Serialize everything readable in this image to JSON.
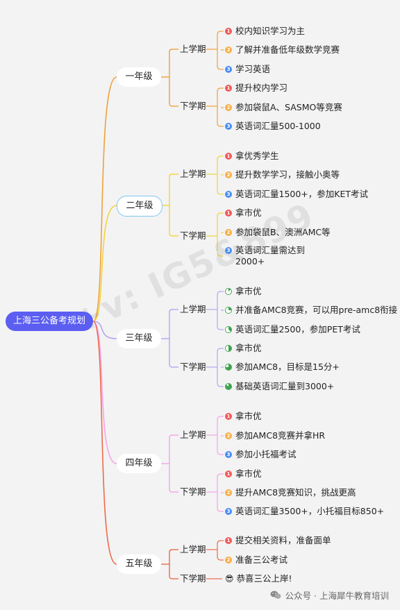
{
  "root": "上海三公备考规划",
  "watermark": "+v: IG5&899",
  "footer": "公众号 · 上海犀牛教育培训",
  "grades": [
    {
      "label": "一年级",
      "color": "#f0a03c",
      "semesters": [
        {
          "label": "上学期",
          "items": [
            {
              "text": "校内知识学习为主",
              "badge": "1",
              "badge_color": "#f05a5a"
            },
            {
              "text": "了解并准备低年级数学竞赛",
              "badge": "2",
              "badge_color": "#f5b04a"
            },
            {
              "text": "学习英语",
              "badge": "3",
              "badge_color": "#4a8ef5"
            }
          ]
        },
        {
          "label": "下学期",
          "items": [
            {
              "text": "提升校内学习",
              "badge": "1",
              "badge_color": "#f05a5a"
            },
            {
              "text": "参加袋鼠A、SASMO等竞赛",
              "badge": "2",
              "badge_color": "#f5b04a"
            },
            {
              "text": "英语词汇量500-1000",
              "badge": "3",
              "badge_color": "#4a8ef5"
            }
          ]
        }
      ]
    },
    {
      "label": "二年级",
      "color": "#f2d43a",
      "semesters": [
        {
          "label": "上学期",
          "items": [
            {
              "text": "拿优秀学生",
              "badge": "1",
              "badge_color": "#f05a5a"
            },
            {
              "text": "提升数学学习，接触小奥等",
              "badge": "2",
              "badge_color": "#f5b04a"
            },
            {
              "text": "英语词汇量1500+，参加KET考试",
              "badge": "3",
              "badge_color": "#4a8ef5"
            }
          ]
        },
        {
          "label": "下学期",
          "items": [
            {
              "text": "拿市优",
              "badge": "1",
              "badge_color": "#f05a5a"
            },
            {
              "text": "参加袋鼠B、澳洲AMC等",
              "badge": "2",
              "badge_color": "#f5b04a"
            },
            {
              "text": "英语词汇量需达到\n2000+",
              "badge": "3",
              "badge_color": "#4a8ef5"
            }
          ]
        }
      ]
    },
    {
      "label": "三年级",
      "color": "#b6a6f0",
      "semesters": [
        {
          "label": "上学期",
          "items": [
            {
              "text": "拿市优",
              "badge": "pie",
              "pie": 0.125
            },
            {
              "text": "并准备AMC8竞赛，可以用pre-amc8衔接",
              "badge": "pie",
              "pie": 0.25
            },
            {
              "text": "英语词汇量2500，参加PET考试",
              "badge": "pie",
              "pie": 0.375
            }
          ]
        },
        {
          "label": "下学期",
          "items": [
            {
              "text": "拿市优",
              "badge": "pie",
              "pie": 0.5
            },
            {
              "text": "参加AMC8，目标是15分+",
              "badge": "pie",
              "pie": 0.75
            },
            {
              "text": "基础英语词汇量到3000+",
              "badge": "pie",
              "pie": 0.875
            }
          ]
        }
      ]
    },
    {
      "label": "四年级",
      "color": "#f5a3e8",
      "semesters": [
        {
          "label": "上学期",
          "items": [
            {
              "text": "拿市优",
              "badge": "1",
              "badge_color": "#f05a5a"
            },
            {
              "text": "参加AMC8竞赛并拿HR",
              "badge": "2",
              "badge_color": "#f5b04a"
            },
            {
              "text": "参加小托福考试",
              "badge": "3",
              "badge_color": "#4a8ef5"
            }
          ]
        },
        {
          "label": "下学期",
          "items": [
            {
              "text": "拿市优",
              "badge": "1",
              "badge_color": "#f05a5a"
            },
            {
              "text": "提升AMC8竞赛知识，挑战更高",
              "badge": "2",
              "badge_color": "#f5b04a"
            },
            {
              "text": "英语词汇量3500+，小托福目标850+",
              "badge": "3",
              "badge_color": "#4a8ef5"
            }
          ]
        }
      ]
    },
    {
      "label": "五年级",
      "color": "#ef6a4a",
      "semesters": [
        {
          "label": "上学期",
          "items": [
            {
              "text": "提交相关资料，准备面单",
              "badge": "1",
              "badge_color": "#f05a5a"
            },
            {
              "text": "准备三公考试",
              "badge": "2",
              "badge_color": "#f5b04a"
            }
          ]
        },
        {
          "label": "下学期",
          "items": [
            {
              "text": "恭喜三公上岸!",
              "badge": "emoji",
              "emoji": "😎"
            }
          ]
        }
      ]
    }
  ]
}
